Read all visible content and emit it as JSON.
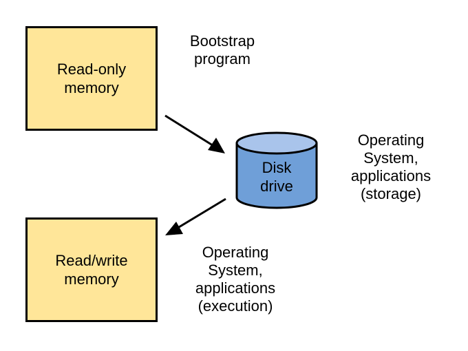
{
  "boxes": {
    "rom_label": "Read-only\nmemory",
    "ram_label": "Read/write\nmemory"
  },
  "disk": {
    "label": "Disk\ndrive"
  },
  "notes": {
    "bootstrap": "Bootstrap\nprogram",
    "storage": "Operating\nSystem,\napplications\n(storage)",
    "execution": "Operating\nSystem,\napplications\n(execution)"
  },
  "colors": {
    "memory_fill": "#ffe699",
    "disk_fill": "#6f9fd8",
    "disk_top": "#a9c4eb",
    "outline": "#000000"
  }
}
